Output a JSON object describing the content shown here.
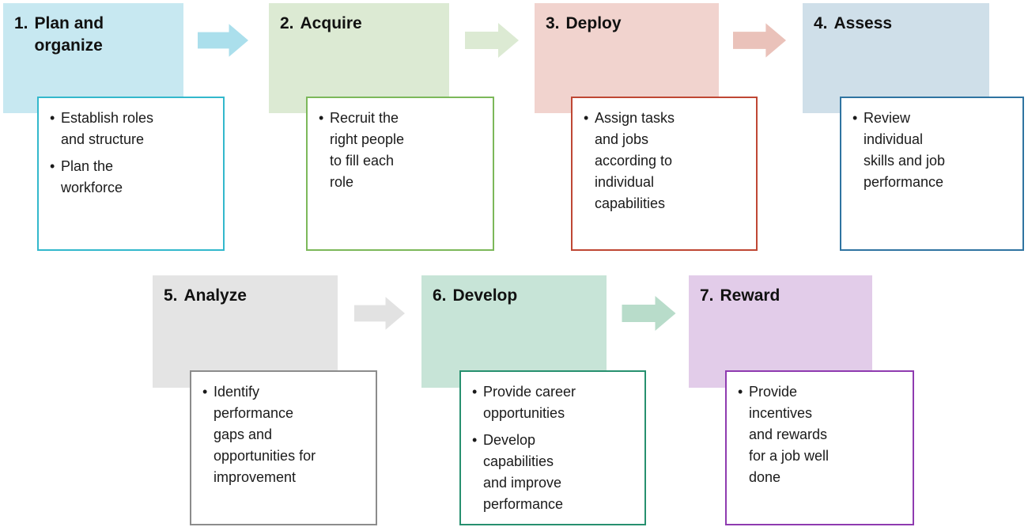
{
  "page": {
    "background": "#ffffff",
    "text_color": "#111111",
    "bullet_glyph": "•"
  },
  "diagram": {
    "type": "process-flow",
    "steps": [
      {
        "number": "1.",
        "title": "Plan and organize",
        "bullets": [
          "Establish roles and structure",
          "Plan the workforce"
        ],
        "header_bg": "#c7e8f1",
        "box_border": "#33b8cc",
        "arrow_color": "#abdfec"
      },
      {
        "number": "2.",
        "title": "Acquire",
        "bullets": [
          "Recruit the right people to fill each role"
        ],
        "header_bg": "#dcead3",
        "box_border": "#7cb85a",
        "arrow_color": "#dcead3"
      },
      {
        "number": "3.",
        "title": "Deploy",
        "bullets": [
          "Assign tasks and jobs according to individual capabilities"
        ],
        "header_bg": "#f1d3ce",
        "box_border": "#bf4734",
        "arrow_color": "#eac2ba"
      },
      {
        "number": "4.",
        "title": "Assess",
        "bullets": [
          "Review individual skills and job performance"
        ],
        "header_bg": "#cfdfe9",
        "box_border": "#2f74a1"
      },
      {
        "number": "5.",
        "title": "Analyze",
        "bullets": [
          "Identify performance gaps and opportunities for improvement"
        ],
        "header_bg": "#e4e4e4",
        "box_border": "#8c8c8c",
        "arrow_color": "#e2e2e2"
      },
      {
        "number": "6.",
        "title": "Develop",
        "bullets": [
          "Provide career opportunities",
          "Develop capabilities and improve performance"
        ],
        "header_bg": "#c7e4d7",
        "box_border": "#27906f",
        "arrow_color": "#b8dcca"
      },
      {
        "number": "7.",
        "title": "Reward",
        "bullets": [
          "Provide incentives and rewards for a job well done"
        ],
        "header_bg": "#e2cce9",
        "box_border": "#8f3bb0"
      }
    ]
  }
}
